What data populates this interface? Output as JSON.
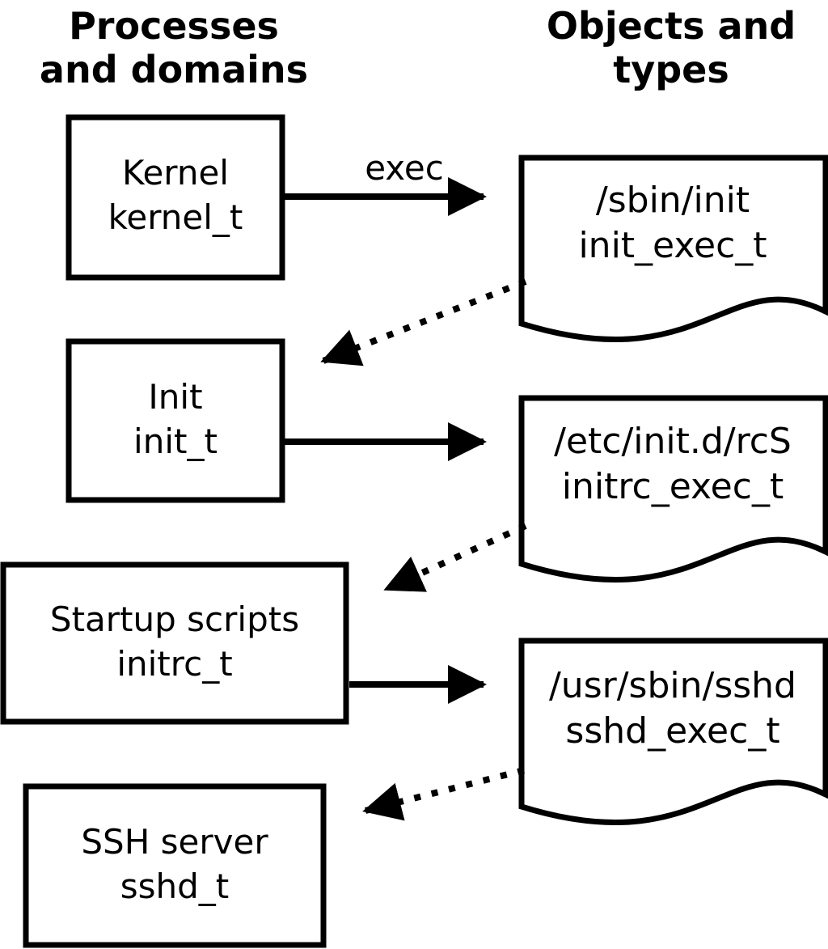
{
  "headers": {
    "processes": {
      "line1": "Processes",
      "line2": "and domains"
    },
    "objects": {
      "line1": "Objects and",
      "line2": "types"
    }
  },
  "processes": [
    {
      "name": "Kernel",
      "type": "kernel_t"
    },
    {
      "name": "Init",
      "type": "init_t"
    },
    {
      "name": "Startup scripts",
      "type": "initrc_t"
    },
    {
      "name": "SSH server",
      "type": "sshd_t"
    }
  ],
  "objects": [
    {
      "path": "/sbin/init",
      "type": "init_exec_t"
    },
    {
      "path": "/etc/init.d/rcS",
      "type": "initrc_exec_t"
    },
    {
      "path": "/usr/sbin/sshd",
      "type": "sshd_exec_t"
    }
  ],
  "labels": {
    "exec": "exec"
  },
  "colors": {
    "line": "#000000",
    "fill": "#ffffff",
    "background": "#ffffff"
  }
}
